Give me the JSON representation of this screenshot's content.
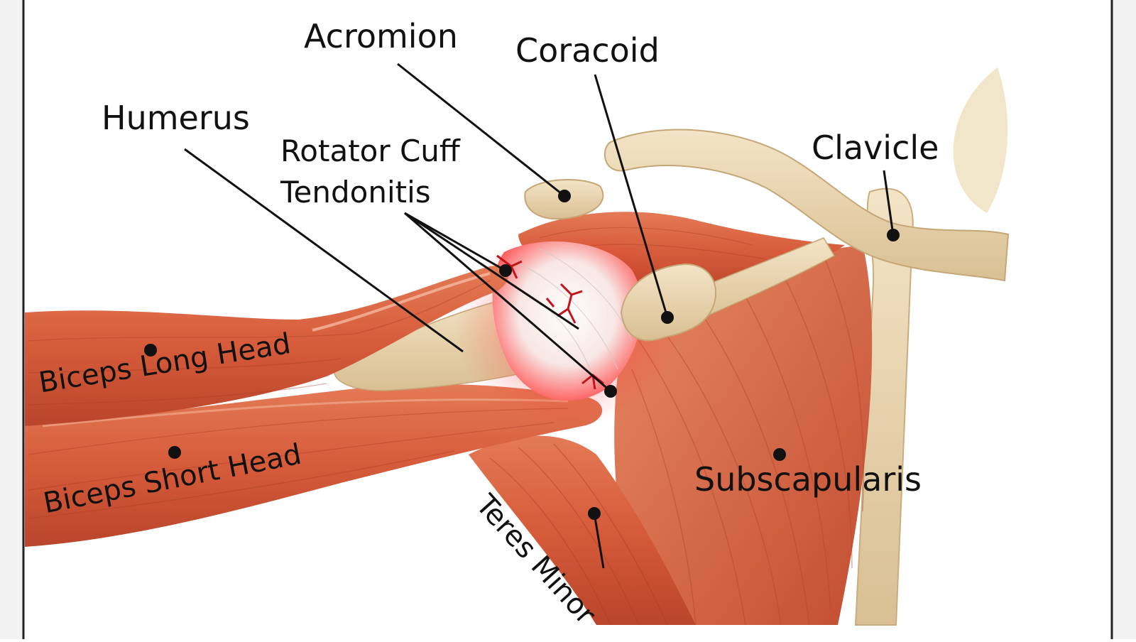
{
  "labels": {
    "acromion": "Acromion",
    "coracoid": "Coracoid",
    "humerus": "Humerus",
    "rotator_cuff_line1": "Rotator Cuff",
    "rotator_cuff_line2": "Tendonitis",
    "clavicle": "Clavicle",
    "biceps_long": "Biceps Long Head",
    "biceps_short": "Biceps Short Head",
    "subscapularis": "Subscapularis",
    "teres_minor": "Teres Minor"
  },
  "colors": {
    "frame": "#222222",
    "muscle": "#d8603e",
    "muscle_dark": "#b8432a",
    "muscle_light": "#ef9a7a",
    "bone": "#e9d6b2",
    "bone_shadow": "#cdb48a",
    "inflammation": "#ff3030",
    "leader_line": "#111111"
  }
}
